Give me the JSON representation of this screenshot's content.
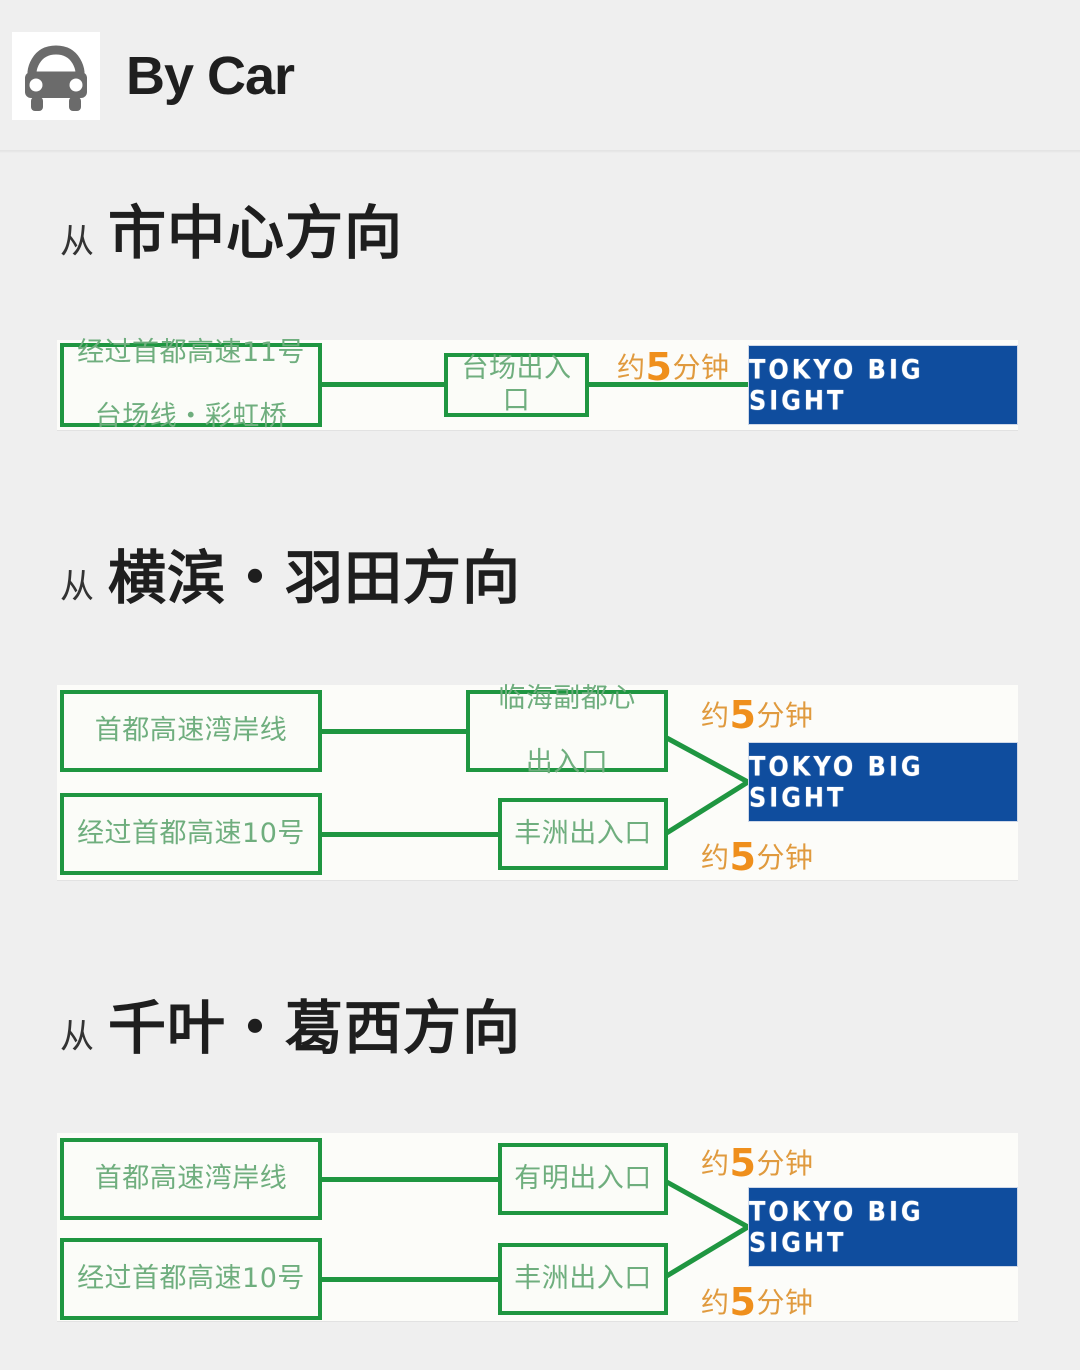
{
  "header": {
    "icon": "car-icon",
    "title": "By Car"
  },
  "colors": {
    "page_bg": "#efefef",
    "diagram_bg": "#fcfcf9",
    "green": "#1f9641",
    "green_text": "#6fae7e",
    "orange": "#e09a3e",
    "orange_number": "#ef8f1c",
    "banner_blue": "#0f4d9e",
    "heading": "#1e1e1e"
  },
  "destination": {
    "label": "TOKYO BIG SIGHT"
  },
  "sections": [
    {
      "from_prefix": "从",
      "title": "市中心方向",
      "routes": [
        {
          "origin_lines": [
            "经过首都高速11号",
            "台场线・彩虹桥"
          ],
          "exit_lines": [
            "台场出入口"
          ],
          "duration_prefix": "约",
          "duration_value": "5",
          "duration_suffix": "分钟"
        }
      ]
    },
    {
      "from_prefix": "从",
      "title": "横滨・羽田方向",
      "routes": [
        {
          "origin_lines": [
            "首都高速湾岸线"
          ],
          "exit_lines": [
            "临海副都心",
            "出入口"
          ],
          "duration_prefix": "约",
          "duration_value": "5",
          "duration_suffix": "分钟"
        },
        {
          "origin_lines": [
            "经过首都高速10号"
          ],
          "exit_lines": [
            "丰洲出入口"
          ],
          "duration_prefix": "约",
          "duration_value": "5",
          "duration_suffix": "分钟"
        }
      ]
    },
    {
      "from_prefix": "从",
      "title": "千叶・葛西方向",
      "routes": [
        {
          "origin_lines": [
            "首都高速湾岸线"
          ],
          "exit_lines": [
            "有明出入口"
          ],
          "duration_prefix": "约",
          "duration_value": "5",
          "duration_suffix": "分钟"
        },
        {
          "origin_lines": [
            "经过首都高速10号"
          ],
          "exit_lines": [
            "丰洲出入口"
          ],
          "duration_prefix": "约",
          "duration_value": "5",
          "duration_suffix": "分钟"
        }
      ]
    }
  ]
}
